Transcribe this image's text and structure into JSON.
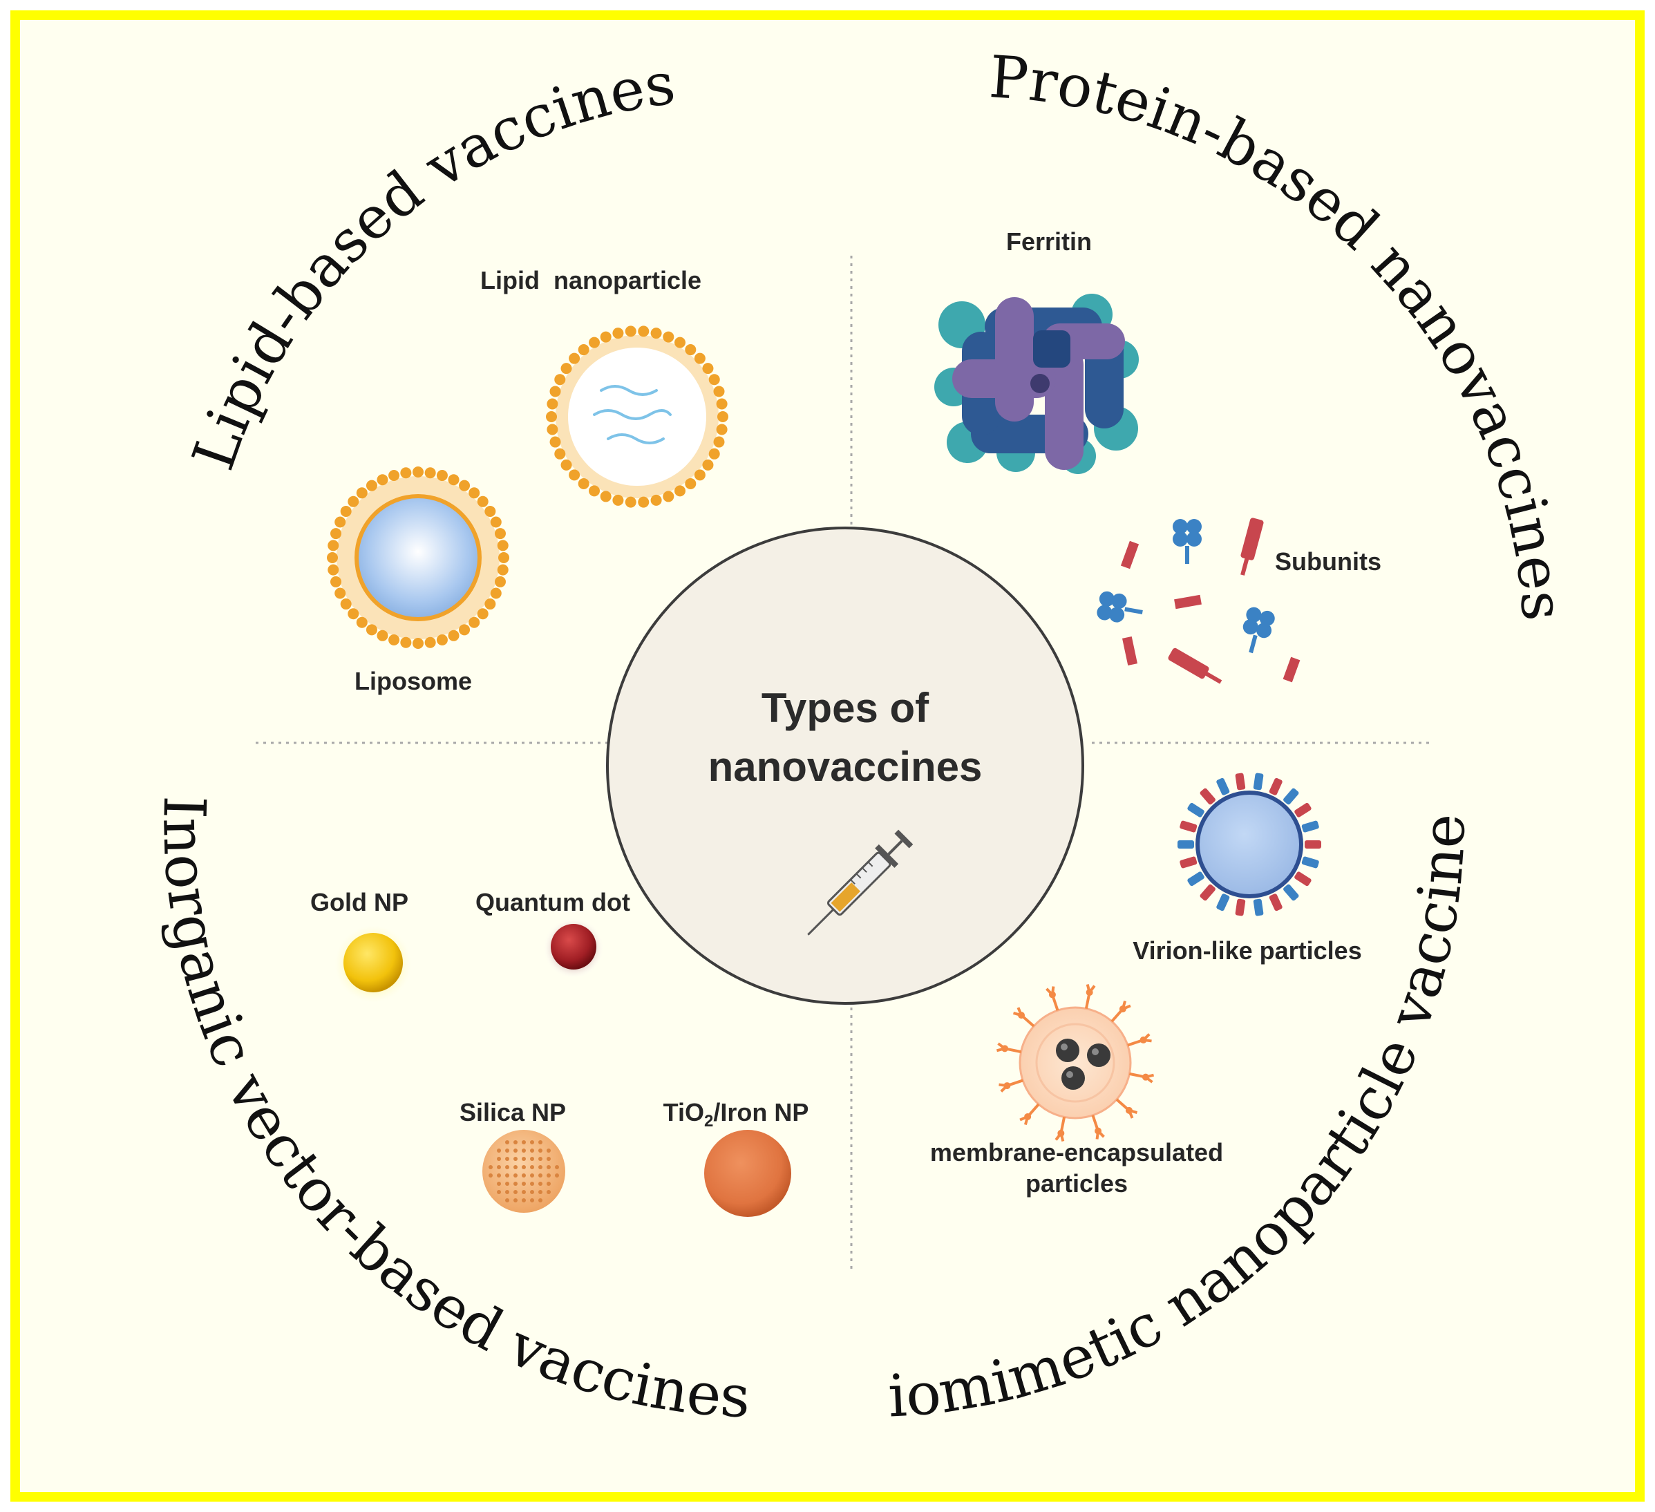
{
  "colors": {
    "frame": "#ffff00",
    "background": "#fffff0",
    "center_fill": "#f4f0e6",
    "lipid_orange": "#f0a22a",
    "blue_core": "#a9c8ef",
    "ferritin_teal": "#3ea8ae",
    "ferritin_blue": "#2e5993",
    "ferritin_purple": "#7d68a6",
    "subunit_red": "#c8464e",
    "subunit_blue": "#3b82c4",
    "gold": "#f2c20c",
    "quantum_dot": "#a01e24",
    "silica": "#f2ad70",
    "tio2_iron": "#e07440",
    "membrane_orange": "#f48a45"
  },
  "center": {
    "title_line1": "Types of",
    "title_line2": "nanovaccines",
    "icon": "syringe-icon"
  },
  "categories": {
    "lipid": {
      "title": "Lipid-based vaccines",
      "items": {
        "lipid_nanoparticle": "Lipid  nanoparticle",
        "liposome": "Liposome"
      }
    },
    "protein": {
      "title": "Protein-based nanovaccines",
      "items": {
        "ferritin": "Ferritin",
        "subunits": "Subunits"
      }
    },
    "inorganic": {
      "title": "Inorganic vector-based vaccines",
      "items": {
        "gold_np": "Gold NP",
        "quantum_dot": "Quantum dot",
        "silica_np": "Silica NP",
        "tio2_prefix": "TiO",
        "tio2_sub": "2",
        "tio2_suffix": "/Iron NP"
      }
    },
    "biomimetic": {
      "title": "Biomimetic nanoparticle vaccines",
      "items": {
        "virion_like": "Virion-like particles",
        "membrane_line1": "membrane-encapsulated",
        "membrane_line2": "particles"
      }
    }
  }
}
